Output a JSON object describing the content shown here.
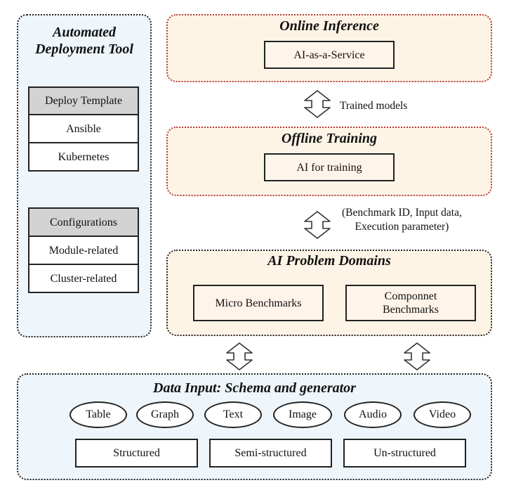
{
  "deploy_tool": {
    "title_line1": "Automated",
    "title_line2": "Deployment Tool",
    "template_header": "Deploy Template",
    "template_items": [
      "Ansible",
      "Kubernetes"
    ],
    "config_header": "Configurations",
    "config_items": [
      "Module-related",
      "Cluster-related"
    ]
  },
  "online_inference": {
    "title": "Online Inference",
    "box": "AI-as-a-Service"
  },
  "trained_models_label": "Trained models",
  "offline_training": {
    "title": "Offline Training",
    "box": "AI for training"
  },
  "benchmark_label": {
    "line1": "(Benchmark ID, Input data,",
    "line2": "Execution parameter)"
  },
  "problem_domains": {
    "title": "AI Problem Domains",
    "micro": "Micro Benchmarks",
    "component_line1": "Componnet",
    "component_line2": "Benchmarks"
  },
  "data_input": {
    "title": "Data Input: Schema and generator",
    "types": [
      "Table",
      "Graph",
      "Text",
      "Image",
      "Audio",
      "Video"
    ],
    "structures": [
      "Structured",
      "Semi-structured",
      "Un-structured"
    ]
  },
  "colors": {
    "blue_panel": "#eef5fb",
    "beige_panel": "#fdf4e6",
    "red_border": "#b8383a",
    "header_gray": "#d3d3d3"
  }
}
